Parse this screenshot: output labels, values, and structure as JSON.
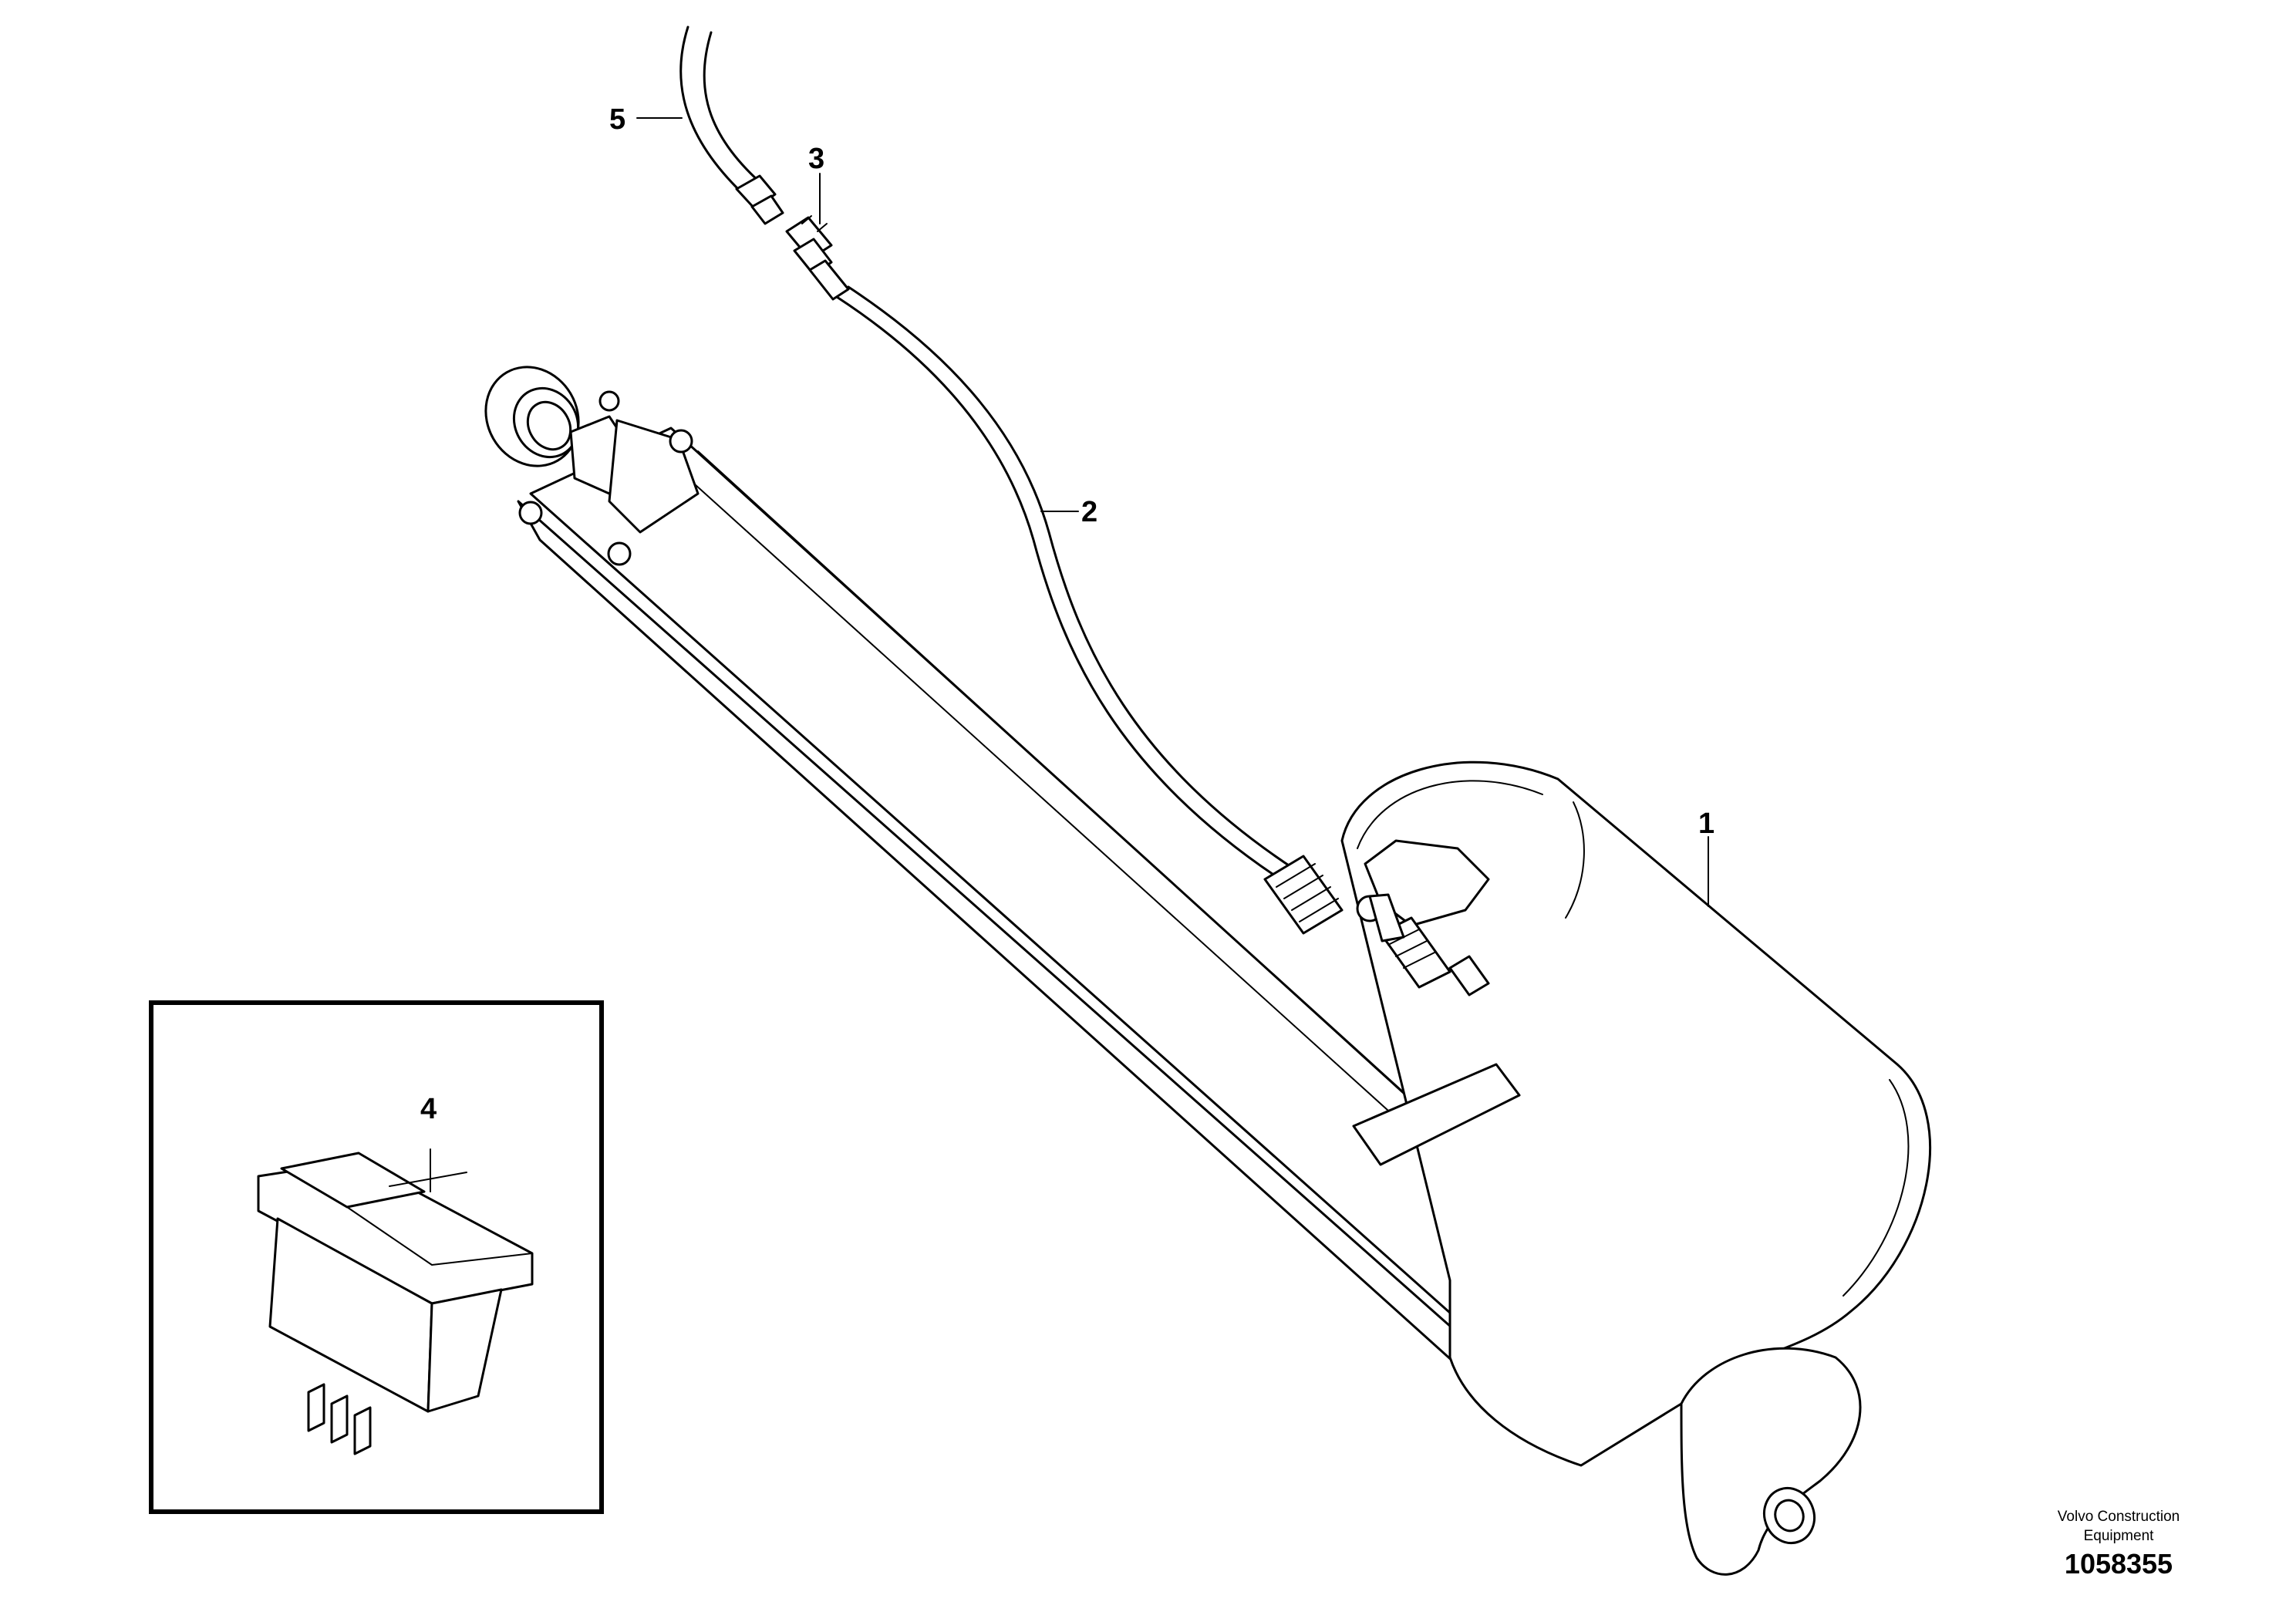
{
  "callouts": {
    "c1": "1",
    "c2": "2",
    "c3": "3",
    "c4": "4",
    "c5": "5"
  },
  "footer": {
    "brand_line1": "Volvo Construction",
    "brand_line2": "Equipment",
    "document_number": "1058355"
  },
  "colors": {
    "line": "#000000",
    "background": "#ffffff"
  }
}
